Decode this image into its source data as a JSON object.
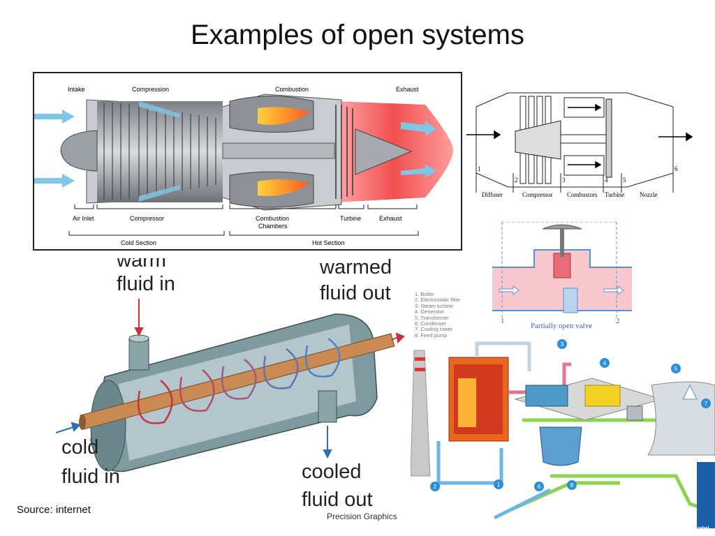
{
  "slide": {
    "title": "Examples of open systems",
    "source": "Source: internet"
  },
  "jet_engine": {
    "top_labels": [
      "Intake",
      "Compression",
      "Combustion",
      "Exhaust"
    ],
    "bottom_labels": [
      "Air Inlet",
      "Compressor",
      "Combustion",
      "Chambers",
      "Turbine",
      "Exhaust"
    ],
    "section_labels": [
      "Cold Section",
      "Hot Section"
    ]
  },
  "turbojet_schematic": {
    "labels": [
      "Diffuser",
      "Compressor",
      "Combustors",
      "Turbine",
      "Nozzle"
    ],
    "stations": [
      "1",
      "2",
      "3",
      "4",
      "5",
      "6"
    ]
  },
  "valve": {
    "caption": "Partially open valve",
    "stations": [
      "1",
      "2"
    ]
  },
  "heat_exchanger": {
    "warm_in": [
      "warm",
      "fluid in"
    ],
    "warm_out": [
      "warmed",
      "fluid out"
    ],
    "cold_in": [
      "cold",
      "fluid in"
    ],
    "cold_out": [
      "cooled",
      "fluid out"
    ],
    "credit": "Precision Graphics"
  },
  "power_plant": {
    "legend": [
      "1. Boiler",
      "2. Electrostatic filter",
      "3. Steam turbine",
      "4. Generator",
      "5. Transformer",
      "6. Condenser",
      "7. Cooling tower",
      "8. Feed pump"
    ],
    "markers": [
      "1",
      "2",
      "3",
      "4",
      "5",
      "6",
      "7",
      "8"
    ],
    "brand": "Electrabel"
  }
}
